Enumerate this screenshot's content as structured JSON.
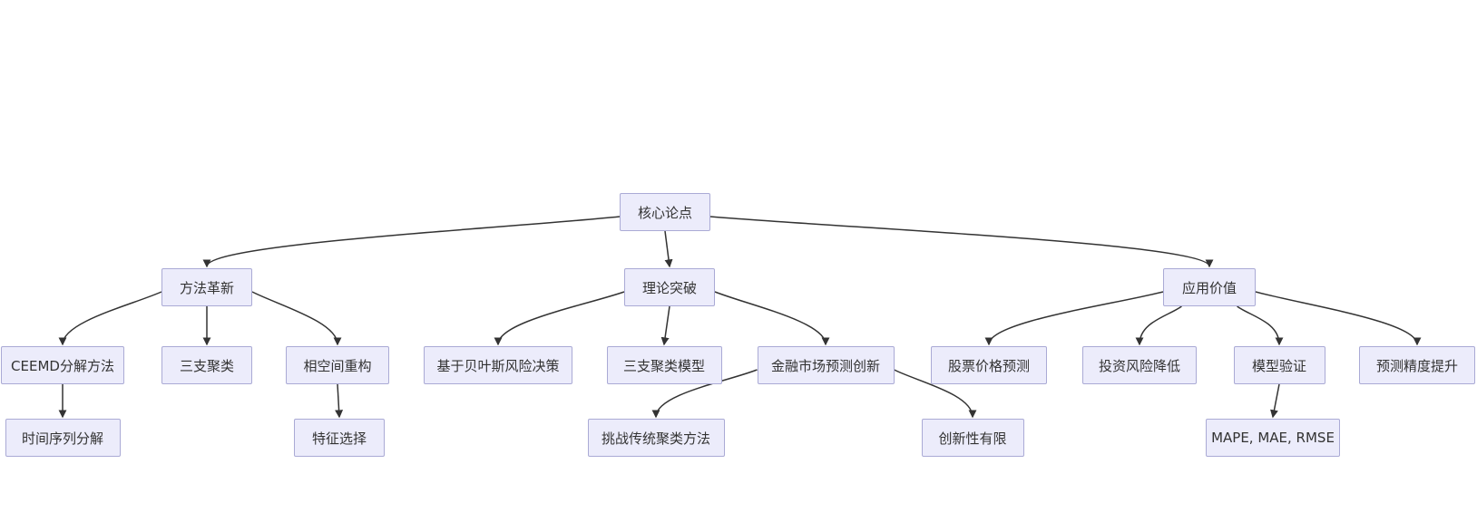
{
  "diagram": {
    "background_color": "#ffffff",
    "node_fill_color": "#ECECFB",
    "node_border_color": "#AAAAD5",
    "edge_color": "#333333",
    "text_color": "#333333",
    "nodes": [
      {
        "id": "core",
        "label": "核心论点",
        "level": 0
      },
      {
        "id": "method",
        "label": "方法革新",
        "level": 1
      },
      {
        "id": "theory",
        "label": "理论突破",
        "level": 1
      },
      {
        "id": "application",
        "label": "应用价值",
        "level": 1
      },
      {
        "id": "ceemd",
        "label": "CEEMD分解方法",
        "level": 2
      },
      {
        "id": "threeway",
        "label": "三支聚类",
        "level": 2
      },
      {
        "id": "phase",
        "label": "相空间重构",
        "level": 2
      },
      {
        "id": "bayes",
        "label": "基于贝叶斯风险决策",
        "level": 2
      },
      {
        "id": "twcmodel",
        "label": "三支聚类模型",
        "level": 2
      },
      {
        "id": "finance",
        "label": "金融市场预测创新",
        "level": 2
      },
      {
        "id": "stock",
        "label": "股票价格预测",
        "level": 2
      },
      {
        "id": "invest",
        "label": "投资风险降低",
        "level": 2
      },
      {
        "id": "validate",
        "label": "模型验证",
        "level": 2
      },
      {
        "id": "precision",
        "label": "预测精度提升",
        "level": 2
      },
      {
        "id": "timeseries",
        "label": "时间序列分解",
        "level": 3
      },
      {
        "id": "feature",
        "label": "特征选择",
        "level": 3
      },
      {
        "id": "challenge",
        "label": "挑战传统聚类方法",
        "level": 3
      },
      {
        "id": "limited",
        "label": "创新性有限",
        "level": 3
      },
      {
        "id": "mape",
        "label": "MAPE, MAE, RMSE",
        "level": 3
      }
    ],
    "edges": [
      {
        "from": "core",
        "to": "method"
      },
      {
        "from": "core",
        "to": "theory"
      },
      {
        "from": "core",
        "to": "application"
      },
      {
        "from": "method",
        "to": "ceemd"
      },
      {
        "from": "method",
        "to": "threeway"
      },
      {
        "from": "method",
        "to": "phase"
      },
      {
        "from": "theory",
        "to": "bayes"
      },
      {
        "from": "theory",
        "to": "twcmodel"
      },
      {
        "from": "theory",
        "to": "finance"
      },
      {
        "from": "application",
        "to": "stock"
      },
      {
        "from": "application",
        "to": "invest"
      },
      {
        "from": "application",
        "to": "validate"
      },
      {
        "from": "application",
        "to": "precision"
      },
      {
        "from": "ceemd",
        "to": "timeseries"
      },
      {
        "from": "phase",
        "to": "feature"
      },
      {
        "from": "finance",
        "to": "challenge"
      },
      {
        "from": "finance",
        "to": "limited"
      },
      {
        "from": "validate",
        "to": "mape"
      }
    ]
  }
}
